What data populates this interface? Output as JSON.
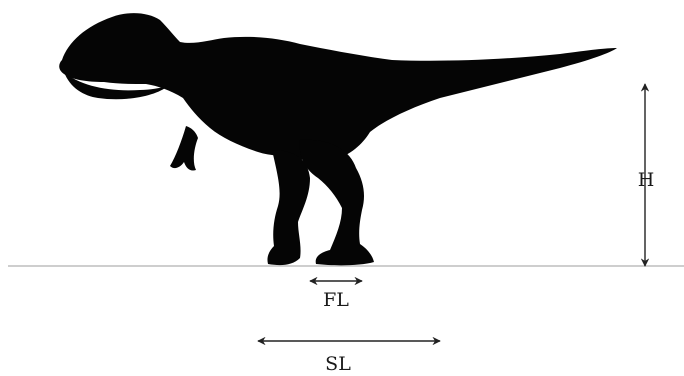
{
  "labels": {
    "height": "H",
    "foot_length": "FL",
    "stride_length": "SL"
  },
  "colors": {
    "background": "#ffffff",
    "silhouette": "#050505",
    "ground_line": "#bdbdbd",
    "arrow": "#222222",
    "text": "#1a1a1a"
  },
  "figure": {
    "subject": "theropod-dinosaur-silhouette"
  }
}
